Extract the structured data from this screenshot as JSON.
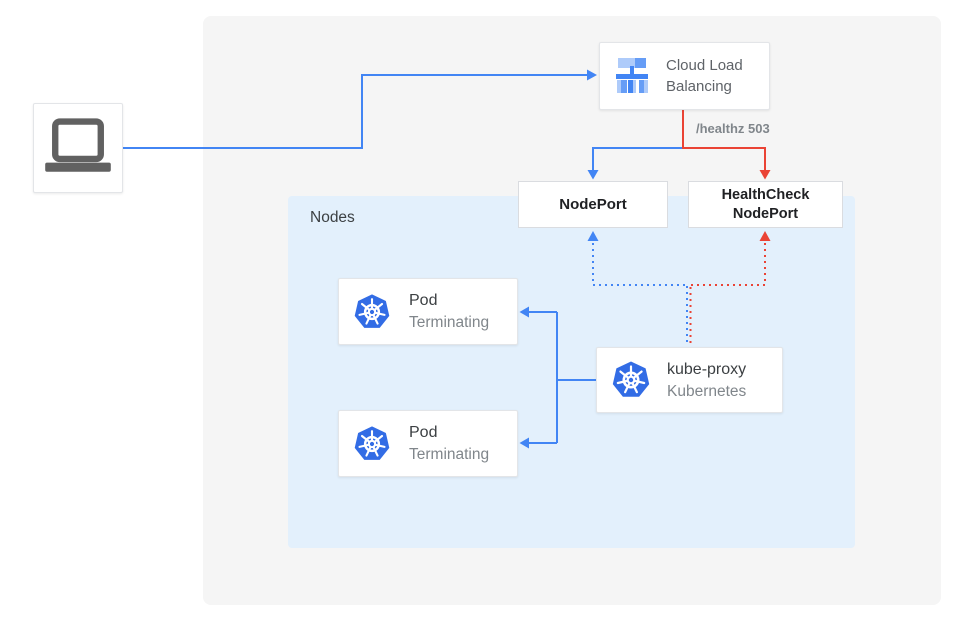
{
  "diagram": {
    "nodes_label": "Nodes",
    "client": {
      "description": "laptop client"
    },
    "cloud_load_balancing": {
      "title": [
        "Cloud Load",
        "Balancing"
      ]
    },
    "healthz_label": "/healthz 503",
    "nodeport": {
      "label": "NodePort"
    },
    "healthcheck_nodeport": {
      "label": [
        "HealthCheck",
        "NodePort"
      ]
    },
    "pods": [
      {
        "title": "Pod",
        "status": "Terminating"
      },
      {
        "title": "Pod",
        "status": "Terminating"
      }
    ],
    "kube_proxy": {
      "title": "kube-proxy",
      "subtitle": "Kubernetes"
    },
    "colors": {
      "traffic_blue": "#4285F4",
      "healthcheck_red": "#EA4335",
      "kubernetes_blue": "#326CE5",
      "nodes_container_bg": "#E3F0FC",
      "panel_bg": "#F5F5F5",
      "muted_text": "#80868B",
      "dark_text": "#202124"
    }
  }
}
